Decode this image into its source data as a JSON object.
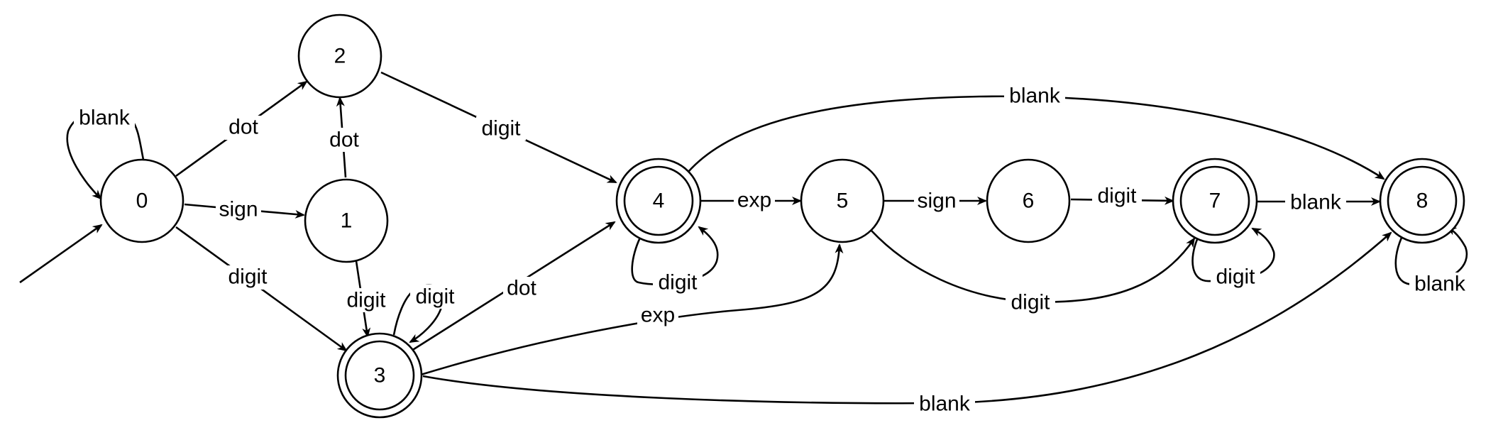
{
  "diagram": {
    "type": "finite-state-automaton",
    "colors": {
      "stroke": "#000000",
      "fill": "#ffffff",
      "text": "#000000"
    },
    "states": [
      {
        "id": "s0",
        "label": "0",
        "accepting": false,
        "initial": true
      },
      {
        "id": "s1",
        "label": "1",
        "accepting": false
      },
      {
        "id": "s2",
        "label": "2",
        "accepting": false
      },
      {
        "id": "s3",
        "label": "3",
        "accepting": true
      },
      {
        "id": "s4",
        "label": "4",
        "accepting": true
      },
      {
        "id": "s5",
        "label": "5",
        "accepting": false
      },
      {
        "id": "s6",
        "label": "6",
        "accepting": false
      },
      {
        "id": "s7",
        "label": "7",
        "accepting": true
      },
      {
        "id": "s8",
        "label": "8",
        "accepting": true
      }
    ],
    "transitions": [
      {
        "id": "t0",
        "from": "0",
        "to": "0",
        "label": "blank"
      },
      {
        "id": "t1",
        "from": "0",
        "to": "2",
        "label": "dot"
      },
      {
        "id": "t2",
        "from": "0",
        "to": "1",
        "label": "sign"
      },
      {
        "id": "t3",
        "from": "0",
        "to": "3",
        "label": "digit"
      },
      {
        "id": "t4",
        "from": "1",
        "to": "2",
        "label": "dot"
      },
      {
        "id": "t5",
        "from": "1",
        "to": "3",
        "label": "digit"
      },
      {
        "id": "t6",
        "from": "2",
        "to": "4",
        "label": "digit"
      },
      {
        "id": "t7",
        "from": "3",
        "to": "3",
        "label": "digit"
      },
      {
        "id": "t8",
        "from": "3",
        "to": "4",
        "label": "dot"
      },
      {
        "id": "t9",
        "from": "3",
        "to": "5",
        "label": "exp"
      },
      {
        "id": "t10",
        "from": "3",
        "to": "8",
        "label": "blank"
      },
      {
        "id": "t11",
        "from": "4",
        "to": "5",
        "label": "exp"
      },
      {
        "id": "t12",
        "from": "4",
        "to": "4",
        "label": "digit"
      },
      {
        "id": "t13",
        "from": "4",
        "to": "8",
        "label": "blank"
      },
      {
        "id": "t14",
        "from": "5",
        "to": "6",
        "label": "sign"
      },
      {
        "id": "t15",
        "from": "5",
        "to": "7",
        "label": "digit"
      },
      {
        "id": "t16",
        "from": "6",
        "to": "7",
        "label": "digit"
      },
      {
        "id": "t17",
        "from": "7",
        "to": "8",
        "label": "blank"
      },
      {
        "id": "t18",
        "from": "7",
        "to": "7",
        "label": "digit"
      },
      {
        "id": "t19",
        "from": "8",
        "to": "8",
        "label": "blank"
      }
    ]
  }
}
